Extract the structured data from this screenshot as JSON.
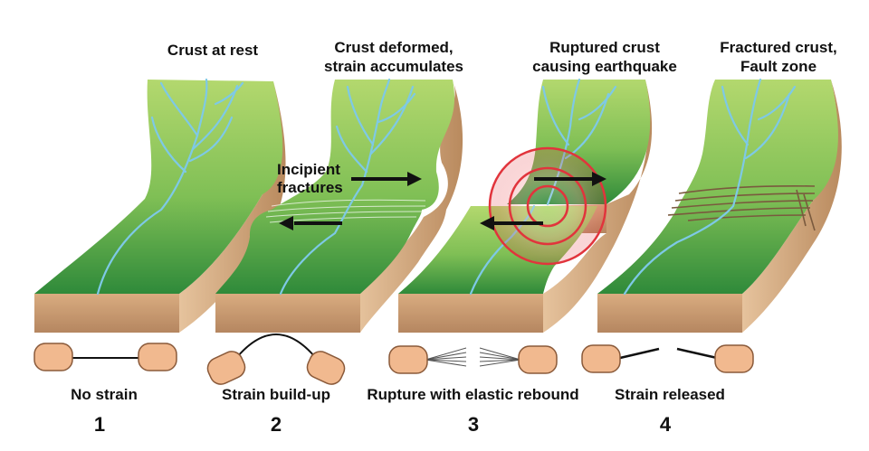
{
  "stages": [
    {
      "number": "1",
      "title": [
        "Crust at rest"
      ],
      "caption": "No strain"
    },
    {
      "number": "2",
      "title": [
        "Crust deformed,",
        "strain accumulates"
      ],
      "caption": "Strain build-up"
    },
    {
      "number": "3",
      "title": [
        "Ruptured crust",
        "causing earthquake"
      ],
      "caption": "Rupture with elastic rebound"
    },
    {
      "number": "4",
      "title": [
        "Fractured crust,",
        "Fault zone"
      ],
      "caption": "Strain released"
    }
  ],
  "annotation": {
    "line1": "Incipient",
    "line2": "fractures"
  },
  "colors": {
    "land_top": "#9ccd52",
    "land_bottom": "#2f8a3a",
    "cliff": "#d2a67c",
    "block_side": "#c8946a",
    "river": "#7ec9e6",
    "fault": "#7a5a3e",
    "quake_ring": "#e1343c",
    "arrow": "#111111",
    "hand": "#f1b98f"
  }
}
